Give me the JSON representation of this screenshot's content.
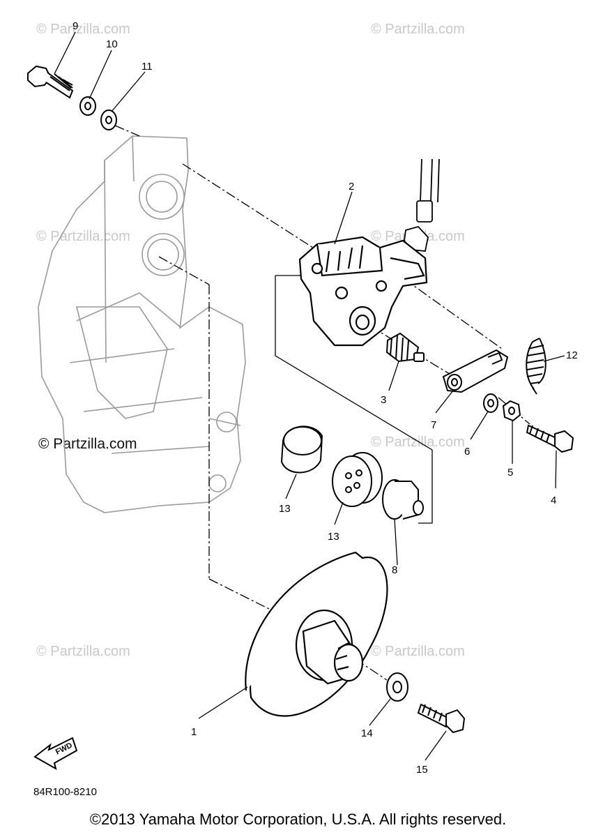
{
  "watermark": "© Partzilla.com",
  "watermark_dark": "© Partzilla.com",
  "fwd_label": "FWD",
  "diagram_code": "84R100-8210",
  "copyright": "©2013 Yamaha Motor Corporation, U.S.A. All rights reserved.",
  "callouts": [
    "1",
    "2",
    "3",
    "4",
    "5",
    "6",
    "7",
    "8",
    "9",
    "10",
    "11",
    "12",
    "13",
    "13",
    "14",
    "15"
  ]
}
